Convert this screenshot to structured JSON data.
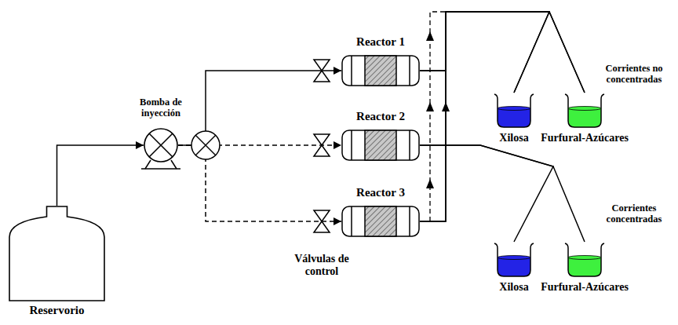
{
  "diagram": {
    "nodes": [
      {
        "text": [
          "Reservorio"
        ]
      },
      {
        "text": [
          "Bomba de inyección"
        ]
      },
      {
        "text": [
          "Reactor 1"
        ]
      },
      {
        "text": [
          "Reactor 2"
        ]
      },
      {
        "text": [
          "Reactor 3"
        ]
      },
      {
        "text": [
          "Xilosa"
        ]
      },
      {
        "text": [
          "Furfural-Azúcares"
        ]
      },
      {
        "text": [
          "Xilosa"
        ]
      },
      {
        "text": [
          "Furfural-Azúcares"
        ]
      }
    ],
    "edges": [
      {
        "from": 0,
        "to": 1,
        "arrow": "to"
      },
      {
        "from": 1,
        "to": 2,
        "arrow": "to"
      },
      {
        "from": 1,
        "to": 3,
        "arrow": "to"
      },
      {
        "from": 1,
        "to": 4,
        "arrow": "to"
      },
      {
        "from": 2,
        "to": 5,
        "arrow": "none"
      },
      {
        "from": 2,
        "to": 6,
        "arrow": "none"
      },
      {
        "from": 4,
        "to": 5,
        "arrow": "none"
      },
      {
        "from": 4,
        "to": 6,
        "arrow": "none"
      },
      {
        "from": 3,
        "to": 7,
        "arrow": "none"
      },
      {
        "from": 3,
        "to": 8,
        "arrow": "none"
      }
    ],
    "labels": [
      "Válvulas de control",
      "Corrientes no concentradas",
      "Corrientes concentradas"
    ]
  }
}
